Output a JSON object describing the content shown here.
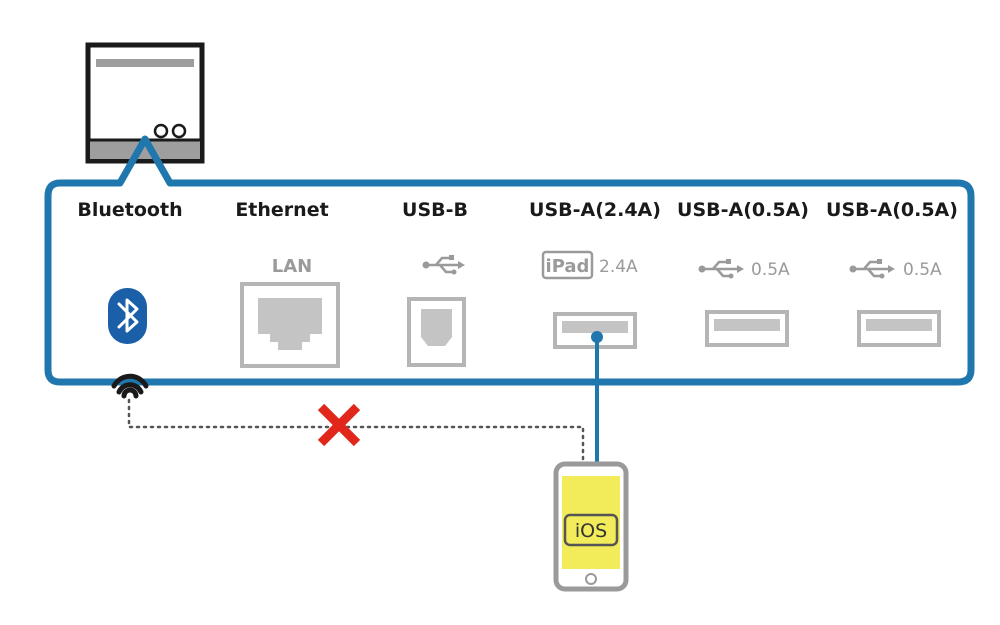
{
  "ports": [
    {
      "label": "Bluetooth"
    },
    {
      "label": "Ethernet",
      "sub": "LAN"
    },
    {
      "label": "USB-B"
    },
    {
      "label": "USB-A(2.4A)",
      "badge": "iPad",
      "sub": "2.4A"
    },
    {
      "label": "USB-A(0.5A)",
      "sub": "0.5A"
    },
    {
      "label": "USB-A(0.5A)",
      "sub": "0.5A"
    }
  ],
  "device": {
    "label": "iOS"
  },
  "colors": {
    "panel_border": "#1f77ad",
    "bluetooth_blue": "#1a5fa8",
    "device_screen": "#f2eb5a",
    "port_gray": "#b5b5b5",
    "cross_red": "#e1261c",
    "printer_black": "#1a1a1a"
  },
  "icons": [
    "printer-icon",
    "bluetooth-icon",
    "wireless-signal-icon",
    "lan-port-icon",
    "usb-symbol-icon",
    "usb-b-port-icon",
    "usb-a-port-icon",
    "ipad-badge-icon",
    "cross-icon",
    "ios-device-icon"
  ]
}
